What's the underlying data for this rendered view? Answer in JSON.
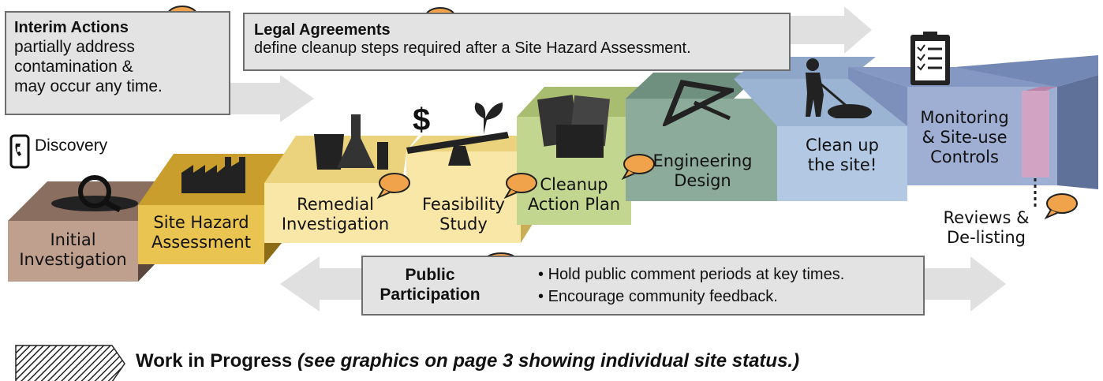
{
  "interim": {
    "title": "Interim Actions",
    "body_lines": [
      "partially address",
      "contamination &",
      "may occur any time."
    ]
  },
  "legal": {
    "title": "Legal Agreements",
    "body": "define cleanup steps required after a Site Hazard Assessment."
  },
  "discovery": {
    "label": "Discovery"
  },
  "steps": [
    {
      "label_lines": [
        "Initial",
        "Investigation"
      ],
      "color": "#bfa08f"
    },
    {
      "label_lines": [
        "Site Hazard",
        "Assessment"
      ],
      "color": "#e9c451"
    },
    {
      "label_lines": [
        "Remedial",
        "Investigation"
      ],
      "color": "#f8e7a6"
    },
    {
      "label_lines": [
        "Feasibility",
        "Study"
      ],
      "color": "#f8e7a6"
    },
    {
      "label_lines": [
        "Cleanup",
        "Action Plan"
      ],
      "color": "#c3d68f"
    },
    {
      "label_lines": [
        "Engineering",
        "Design"
      ],
      "color": "#8dab9b"
    },
    {
      "label_lines": [
        "Clean up",
        "the site!"
      ],
      "color": "#b3c9e3"
    },
    {
      "label_lines": [
        "Monitoring",
        "& Site-use",
        "Controls"
      ],
      "color": "#9eafd3"
    }
  ],
  "reviews": {
    "label_lines": [
      "Reviews &",
      "De-listing"
    ]
  },
  "public": {
    "title_lines": [
      "Public",
      "Participation"
    ],
    "bullets": [
      "Hold public comment periods at key times.",
      "Encourage community feedback."
    ]
  },
  "wip": {
    "bold": "Work in Progress",
    "italic": "(see graphics on page 3 showing individual site status.)"
  },
  "colors": {
    "bubble": "#f0a34a",
    "box_fill": "#e3e3e3",
    "arrow": "#e0e0e0"
  },
  "icons": [
    "speech-bubble-icon",
    "worker-shovel-icon",
    "phone-icon",
    "magnifier-icon",
    "factory-icon",
    "lab-flask-icon",
    "balance-scale-icon",
    "documents-icon",
    "triangle-ruler-icon",
    "clipboard-checklist-icon"
  ]
}
